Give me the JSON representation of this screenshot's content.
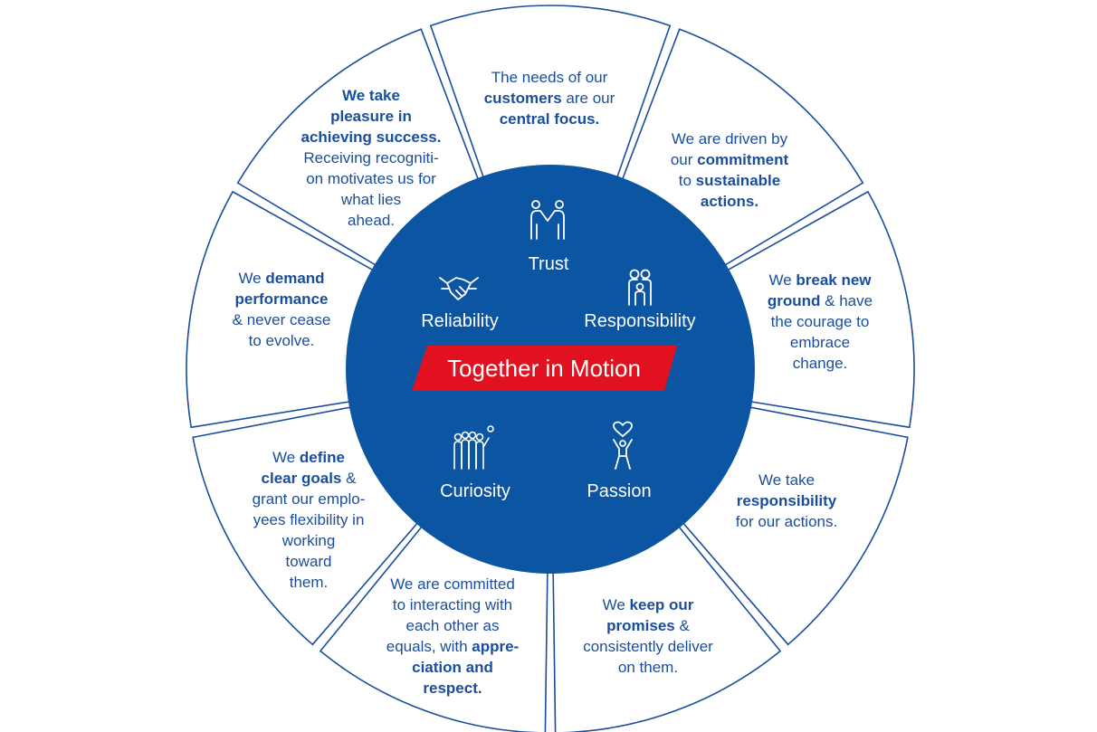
{
  "center": {
    "banner": "Together in Motion",
    "colors": {
      "circle": "#0b55a3",
      "banner": "#e1111f",
      "outline": "#1a4e9c",
      "text": "#1a4e9c"
    }
  },
  "values": [
    {
      "label": "Trust",
      "icon": "handshake-people-icon"
    },
    {
      "label": "Reliability",
      "icon": "handshake-icon"
    },
    {
      "label": "Responsibility",
      "icon": "family-icon"
    },
    {
      "label": "Curiosity",
      "icon": "group-idea-icon"
    },
    {
      "label": "Passion",
      "icon": "heart-person-icon"
    }
  ],
  "segments": [
    {
      "runs": [
        [
          {
            "t": "The needs of our"
          }
        ],
        [
          {
            "t": "customers",
            "b": true
          },
          {
            "t": " are our"
          }
        ],
        [
          {
            "t": "central focus.",
            "b": true
          }
        ]
      ]
    },
    {
      "runs": [
        [
          {
            "t": "We are driven by"
          }
        ],
        [
          {
            "t": "our "
          },
          {
            "t": "commitment",
            "b": true
          }
        ],
        [
          {
            "t": "to "
          },
          {
            "t": "sustainable",
            "b": true
          }
        ],
        [
          {
            "t": "actions.",
            "b": true
          }
        ]
      ]
    },
    {
      "runs": [
        [
          {
            "t": "We "
          },
          {
            "t": "break new",
            "b": true
          }
        ],
        [
          {
            "t": "ground",
            "b": true
          },
          {
            "t": " & have"
          }
        ],
        [
          {
            "t": "the courage to"
          }
        ],
        [
          {
            "t": "embrace"
          }
        ],
        [
          {
            "t": "change."
          }
        ]
      ]
    },
    {
      "runs": [
        [
          {
            "t": "We take"
          }
        ],
        [
          {
            "t": "responsibility",
            "b": true
          }
        ],
        [
          {
            "t": "for our actions."
          }
        ]
      ]
    },
    {
      "runs": [
        [
          {
            "t": "We "
          },
          {
            "t": "keep our",
            "b": true
          }
        ],
        [
          {
            "t": "promises",
            "b": true
          },
          {
            "t": " &"
          }
        ],
        [
          {
            "t": "consistently deliver"
          }
        ],
        [
          {
            "t": "on them."
          }
        ]
      ]
    },
    {
      "runs": [
        [
          {
            "t": "We are committed"
          }
        ],
        [
          {
            "t": "to interacting with"
          }
        ],
        [
          {
            "t": "each other as"
          }
        ],
        [
          {
            "t": "equals, with "
          },
          {
            "t": "appre-",
            "b": true
          }
        ],
        [
          {
            "t": "ciation and",
            "b": true
          }
        ],
        [
          {
            "t": "respect.",
            "b": true
          }
        ]
      ]
    },
    {
      "runs": [
        [
          {
            "t": "We "
          },
          {
            "t": "define",
            "b": true
          }
        ],
        [
          {
            "t": "clear goals",
            "b": true
          },
          {
            "t": " &"
          }
        ],
        [
          {
            "t": "grant our emplo-"
          }
        ],
        [
          {
            "t": "yees flexibility in"
          }
        ],
        [
          {
            "t": "working"
          }
        ],
        [
          {
            "t": "toward"
          }
        ],
        [
          {
            "t": "them."
          }
        ]
      ]
    },
    {
      "runs": [
        [
          {
            "t": "We "
          },
          {
            "t": "demand",
            "b": true
          }
        ],
        [
          {
            "t": "performance",
            "b": true
          }
        ],
        [
          {
            "t": "& never cease"
          }
        ],
        [
          {
            "t": "to evolve."
          }
        ]
      ]
    },
    {
      "runs": [
        [
          {
            "t": "We take",
            "b": true
          }
        ],
        [
          {
            "t": "pleasure in",
            "b": true
          }
        ],
        [
          {
            "t": "achieving success.",
            "b": true
          }
        ],
        [
          {
            "t": "Receiving recogniti-"
          }
        ],
        [
          {
            "t": "on motivates us for"
          }
        ],
        [
          {
            "t": "what lies"
          }
        ],
        [
          {
            "t": "ahead."
          }
        ]
      ]
    }
  ]
}
